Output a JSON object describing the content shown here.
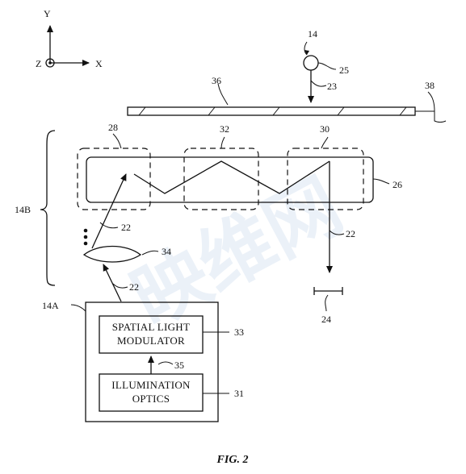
{
  "axes": {
    "y": "Y",
    "x": "X",
    "z": "Z"
  },
  "refs": {
    "r14": "14",
    "r25": "25",
    "r23": "23",
    "r36": "36",
    "r38": "38",
    "r28": "28",
    "r32": "32",
    "r30": "30",
    "r26": "26",
    "r14B": "14B",
    "r22a": "22",
    "r22b": "22",
    "r22c": "22",
    "r34": "34",
    "r24": "24",
    "r14A": "14A",
    "r33": "33",
    "r35": "35",
    "r31": "31"
  },
  "boxes": {
    "slm_line1": "SPATIAL LIGHT",
    "slm_line2": "MODULATOR",
    "illum_line1": "ILLUMINATION",
    "illum_line2": "OPTICS"
  },
  "watermark": "映维网",
  "caption": "FIG. 2"
}
